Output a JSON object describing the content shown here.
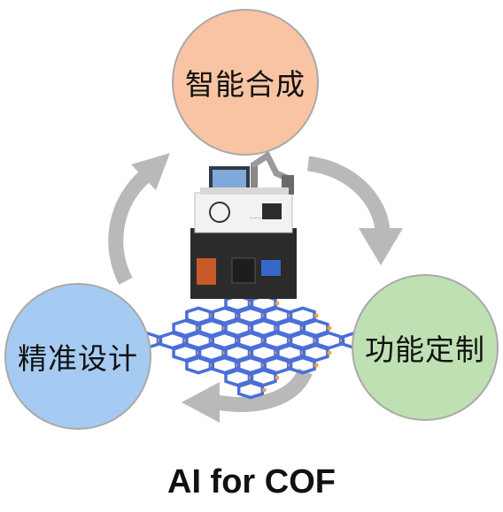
{
  "nodes": {
    "top": {
      "label": "智能合成"
    },
    "left": {
      "label": "精准设计"
    },
    "right": {
      "label": "功能定制"
    }
  },
  "caption": "AI for COF",
  "colors": {
    "top_fill": "#f9c4a3",
    "left_fill": "#a6cbf2",
    "right_fill": "#bfe0b3",
    "arrow": "#b9b9b9",
    "framework_blue": "#4a6fd8",
    "framework_orange": "#f0a040"
  },
  "central_image": {
    "icon": "robot-synthesis-station",
    "framework": "cof-honeycomb-lattice"
  }
}
